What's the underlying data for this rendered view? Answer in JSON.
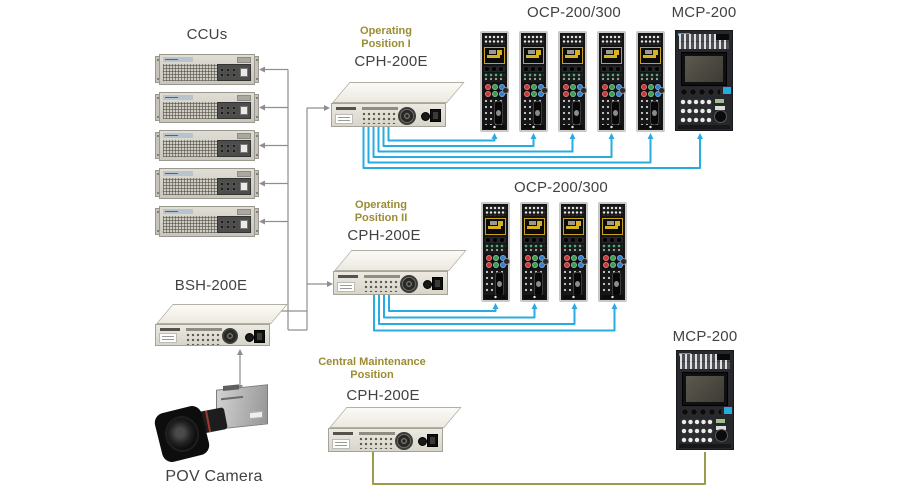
{
  "colors": {
    "cable_blue": "#29abe2",
    "cable_olive": "#9b9b4e",
    "bus_gray": "#8f8f8f",
    "bsh_arrow": "#6a93c8",
    "position_label": "#9a8d33",
    "device_label": "#424242"
  },
  "ccu_group": {
    "label": "CCUs",
    "count": 5
  },
  "operating_position_1": {
    "position_line1": "Operating",
    "position_line2": "Position I",
    "hub_label": "CPH-200E",
    "ocp_label": "OCP-200/300",
    "ocp_count": 5,
    "mcp_label": "MCP-200"
  },
  "operating_position_2": {
    "position_line1": "Operating",
    "position_line2": "Position II",
    "hub_label": "CPH-200E",
    "ocp_label": "OCP-200/300",
    "ocp_count": 4
  },
  "central_maintenance": {
    "position_line1": "Central Maintenance",
    "position_line2": "Position",
    "hub_label": "CPH-200E",
    "mcp_label": "MCP-200"
  },
  "bsh": {
    "label": "BSH-200E"
  },
  "camera": {
    "label": "POV Camera"
  }
}
